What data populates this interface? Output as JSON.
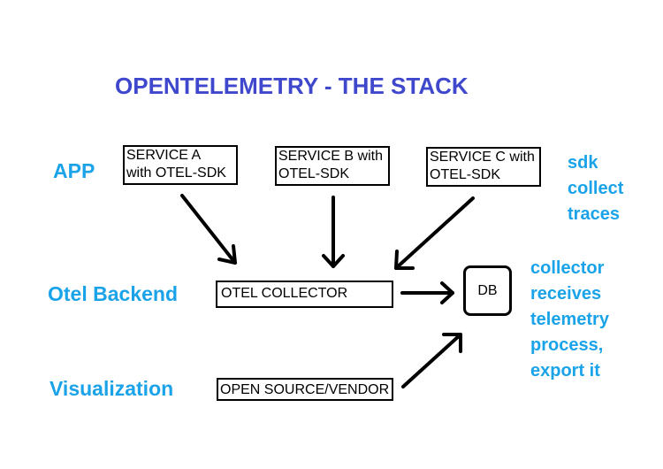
{
  "title": "OPENTELEMETRY - THE STACK",
  "colors": {
    "title": "#3f48cc",
    "labels": "#1aa3e8",
    "lines": "#000000"
  },
  "layers": {
    "app": "APP",
    "backend": "Otel Backend",
    "visualization": "Visualization"
  },
  "services": [
    {
      "line1": "SERVICE A",
      "line2": "with OTEL-SDK"
    },
    {
      "line1": "SERVICE B with",
      "line2": "OTEL-SDK"
    },
    {
      "line1": "SERVICE C with",
      "line2": "OTEL-SDK"
    }
  ],
  "collector": "OTEL COLLECTOR",
  "db": "DB",
  "visualization_box": "OPEN SOURCE/VENDOR",
  "notes": {
    "sdk": [
      "sdk",
      "collect",
      "traces"
    ],
    "collector": [
      "collector",
      "receives",
      "telemetry",
      "process,",
      "export it"
    ]
  }
}
